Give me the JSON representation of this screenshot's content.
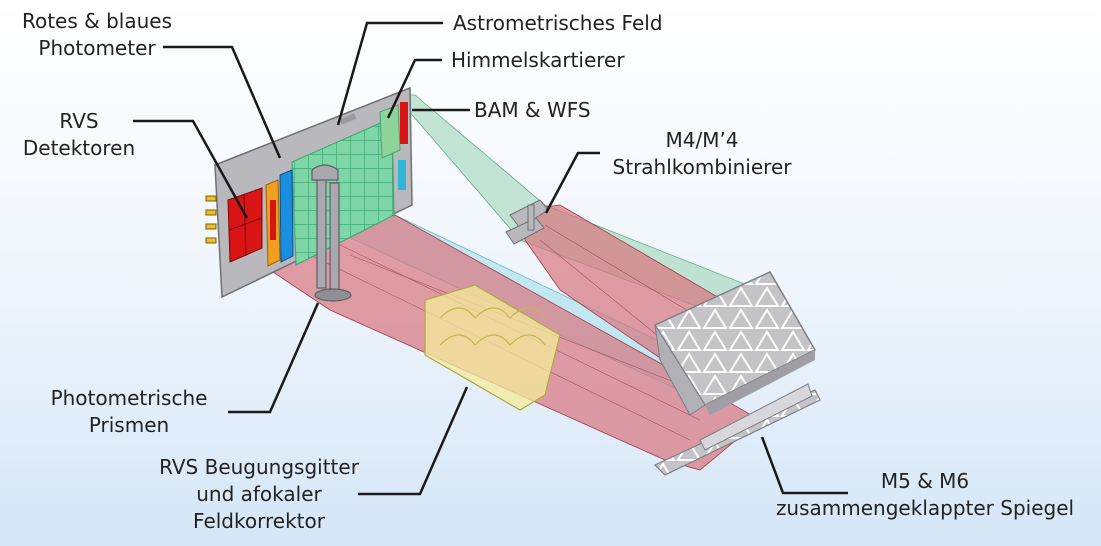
{
  "labels": {
    "photometer": [
      "Rotes & blaues",
      "Photometer"
    ],
    "rvs_detectors": [
      "RVS",
      "Detektoren"
    ],
    "astrometric_field": "Astrometrisches Feld",
    "sky_mapper": "Himmelskartierer",
    "bam_wfs": "BAM & WFS",
    "beam_combiner": [
      "M4/M’4",
      "Strahlkombinierer"
    ],
    "prisms": [
      "Photometrische",
      "Prismen"
    ],
    "grating": [
      "RVS Beugungsgitter",
      "und afokaler",
      "Feldkorrektor"
    ],
    "m5_m6": [
      "M5 & M6",
      "zusammengeklappter Spiegel"
    ]
  },
  "colors": {
    "beam_red": "#d9757f",
    "beam_green": "#9fd6b8",
    "beam_cyan": "#9fdcea",
    "detector_red": "#d81414",
    "detector_orange": "#f0a020",
    "detector_blue": "#1a8fe0",
    "ccd_green": "#5cc88a",
    "grating_yellow": "#f4ec9a",
    "mirror_gray": "#c9c9cc",
    "leader_line": "#1a1a1a"
  }
}
